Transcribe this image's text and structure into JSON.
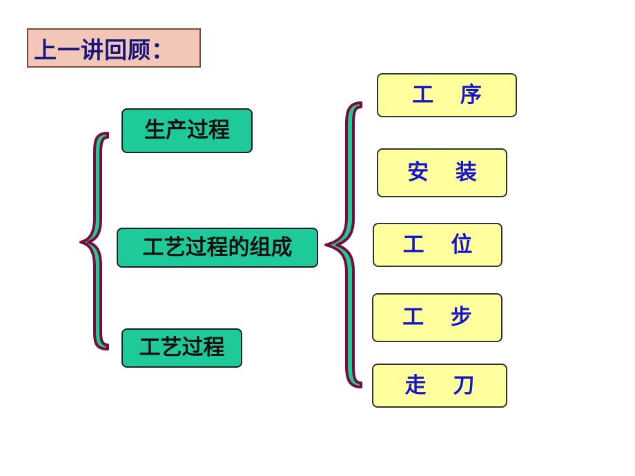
{
  "title": "上一讲回顾：",
  "left_items": [
    "生产过程",
    "工艺过程的组成",
    "工艺过程"
  ],
  "right_items": [
    "工 序",
    "安 装",
    "工  位",
    "工 步",
    "走 刀"
  ],
  "colors": {
    "title_bg": "#f3c7b8",
    "teal_box": "#1ec99a",
    "yellow_box": "#ffff9e",
    "brace_fill": "#1ec99a",
    "brace_stroke": "#7a0a3a",
    "right_text": "#1616c8"
  }
}
